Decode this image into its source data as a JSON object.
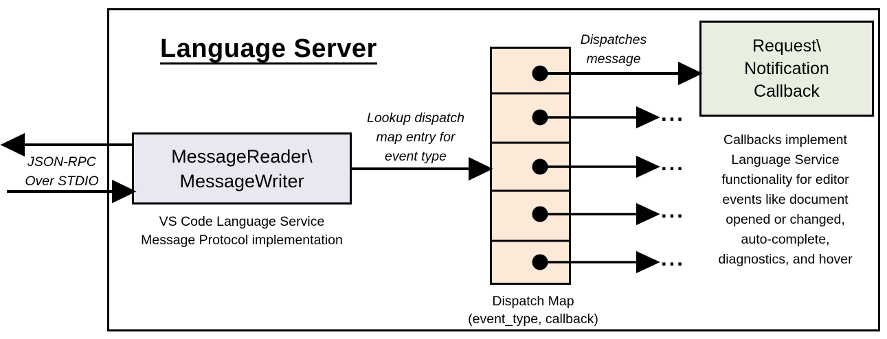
{
  "title": "Language Server",
  "io_label": "JSON-RPC\nOver STDIO",
  "message_box": {
    "label": "MessageReader\\\nMessageWriter",
    "caption": "VS Code Language Service\nMessage Protocol implementation"
  },
  "lookup_label": "Lookup dispatch\nmap entry for\nevent type",
  "dispatches_label": "Dispatches\nmessage",
  "dispatch_map": {
    "caption": "Dispatch Map\n(event_type, callback)"
  },
  "callback_box": {
    "label": "Request\\\nNotification\nCallback"
  },
  "callbacks_note": "Callbacks implement\nLanguage Service\nfunctionality for editor\nevents like document\nopened or changed,\nauto-complete,\ndiagnostics, and hover",
  "ellipsis": "...",
  "colors": {
    "message_box_fill": "#e9e8f1",
    "dispatch_map_fill": "#fce9d8",
    "callback_box_fill": "#e8efe0",
    "line": "#000000"
  }
}
